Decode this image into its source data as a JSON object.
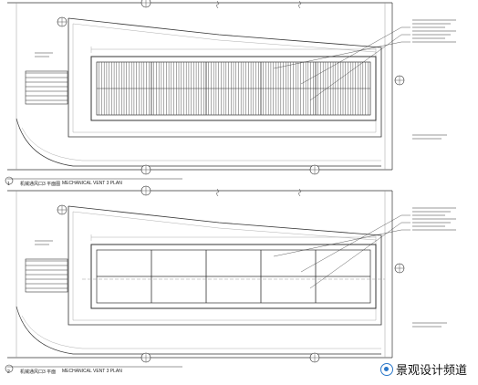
{
  "plans": [
    {
      "number": "1",
      "title_cn": "机械通风口3 平面图",
      "title_en": "MECHANICAL VENT 3 PLAN",
      "variant": "grille"
    },
    {
      "number": "2",
      "title_cn": "机械通风口3 平面",
      "title_en": "MECHANICAL VENT 3 PLAN",
      "variant": "framing"
    }
  ],
  "watermark": {
    "text": "景观设计频道",
    "icon": "wechat-icon"
  },
  "colors": {
    "line": "#333333",
    "grille": "#555555",
    "light": "#9a9a9a"
  }
}
